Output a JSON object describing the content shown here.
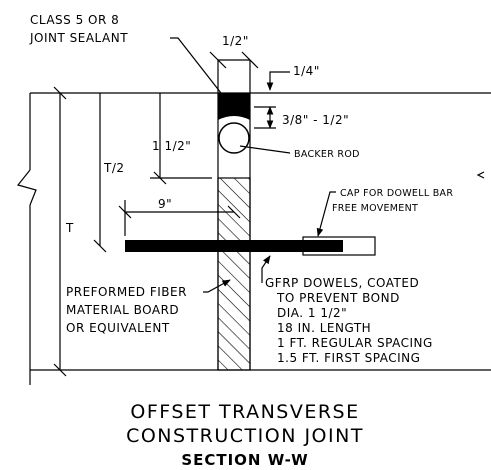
{
  "labels": {
    "joint_sealant_1": "CLASS 5  OR 8",
    "joint_sealant_2": "JOINT SEALANT",
    "dim_half_inch": "1/2\"",
    "dim_quarter_inch": "1/4\"",
    "dim_sealant_depth": "3/8\" - 1/2\"",
    "dim_one_half_inch": "1 1/2\"",
    "dim_t_half": "T/2",
    "dim_t": "T",
    "dim_nine_inch": "9\"",
    "backer_rod": "BACKER ROD",
    "cap_1": "CAP FOR DOWELL BAR",
    "cap_2": "FREE MOVEMENT",
    "preformed_1": "PREFORMED FIBER",
    "preformed_2": "MATERIAL BOARD",
    "preformed_3": "OR EQUIVALENT",
    "gfrp_1": "GFRP DOWELS, COATED",
    "gfrp_2": "TO PREVENT BOND",
    "gfrp_3": "DIA. 1 1/2\"",
    "gfrp_4": "18 IN. LENGTH",
    "gfrp_5": "1 FT. REGULAR SPACING",
    "gfrp_6": "1.5 FT. FIRST SPACING"
  },
  "title": {
    "line1": "OFFSET TRANSVERSE",
    "line2": "CONSTRUCTION JOINT",
    "line3": "SECTION W-W"
  }
}
